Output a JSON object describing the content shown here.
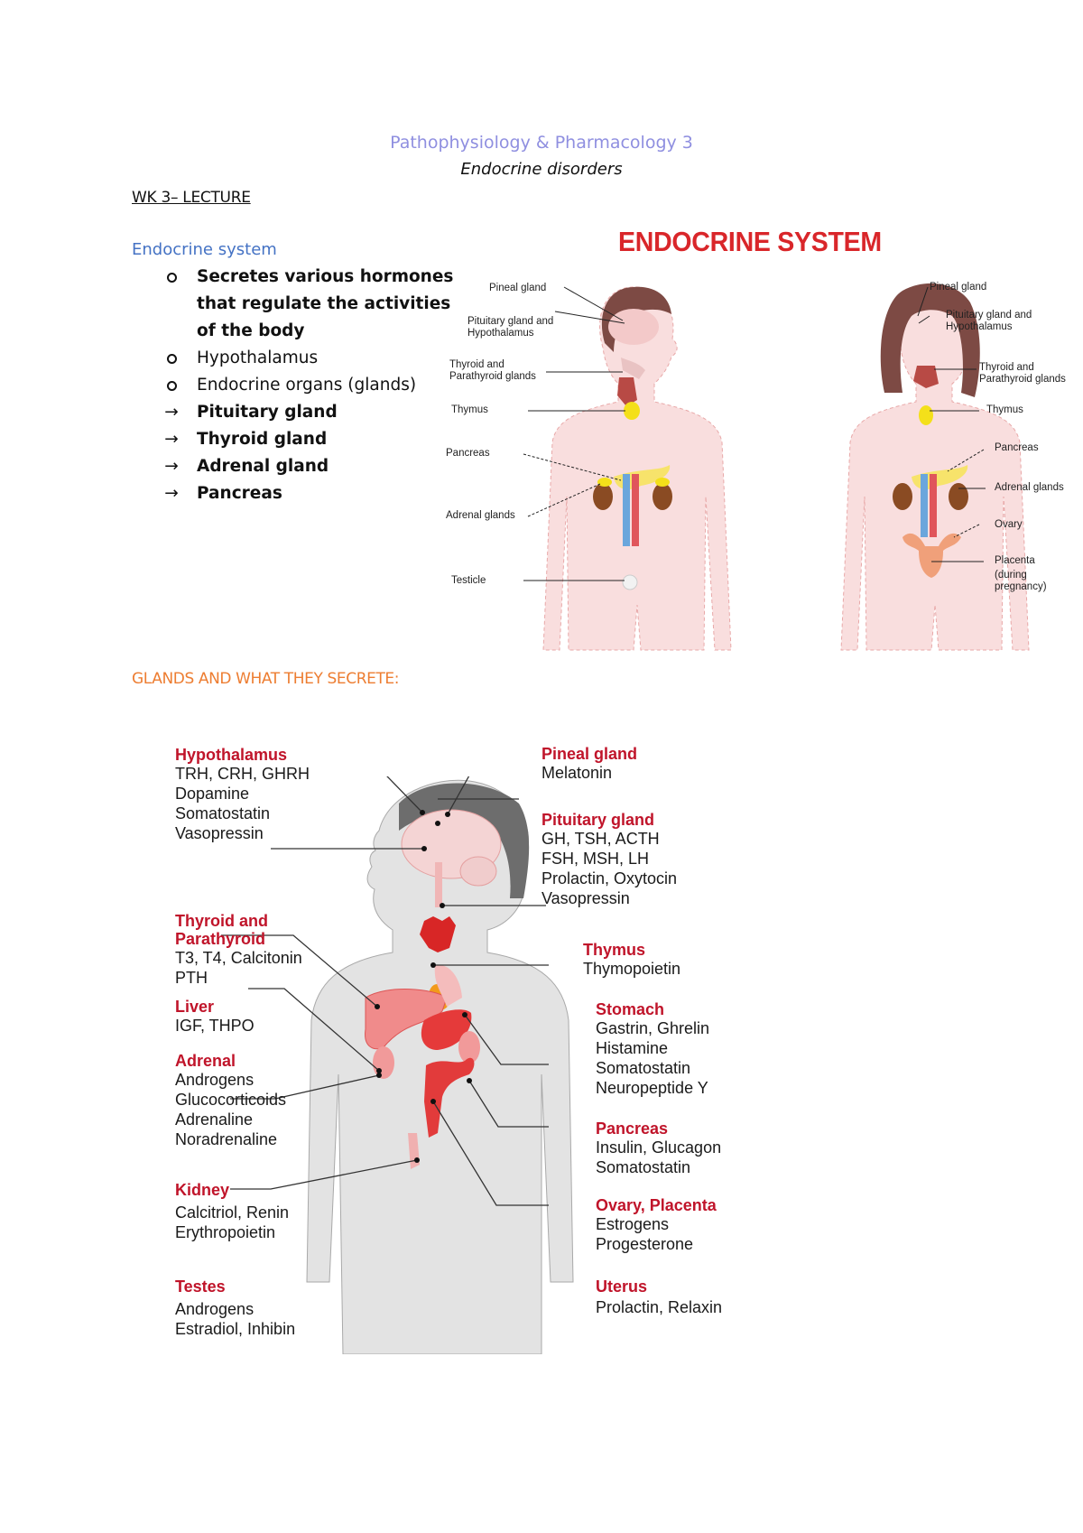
{
  "header": {
    "course_title": "Pathophysiology & Pharmacology 3",
    "subtitle": "Endocrine disorders",
    "week_label": "WK 3– LECTURE"
  },
  "endocrine_section": {
    "heading": "Endocrine system",
    "bullets": [
      {
        "marker": "circle",
        "bold": true,
        "text": "Secretes various hormones that regulate the activities of the body"
      },
      {
        "marker": "circle",
        "bold": false,
        "text": "Hypothalamus"
      },
      {
        "marker": "circle",
        "bold": false,
        "text": "Endocrine organs (glands)"
      },
      {
        "marker": "arrow",
        "bold": true,
        "text": "Pituitary gland"
      },
      {
        "marker": "arrow",
        "bold": true,
        "text": "Thyroid gland"
      },
      {
        "marker": "arrow",
        "bold": true,
        "text": "Adrenal gland"
      },
      {
        "marker": "arrow",
        "bold": true,
        "text": "Pancreas"
      }
    ],
    "arrow_glyph": "→"
  },
  "figure1": {
    "title": "ENDOCRINE SYSTEM",
    "male_labels": {
      "pineal": "Pineal gland",
      "pituitary": "Pituitary gland and Hypothalamus",
      "thyroid": "Thyroid and Parathyroid glands",
      "thymus": "Thymus",
      "pancreas": "Pancreas",
      "adrenal": "Adrenal glands",
      "testicle": "Testicle"
    },
    "female_labels": {
      "pineal": "Pineal gland",
      "pituitary": "Pituitary gland and Hypothalamus",
      "thyroid": "Thyroid and Parathyroid glands",
      "thymus": "Thymus",
      "pancreas": "Pancreas",
      "adrenal": "Adrenal glands",
      "ovary": "Ovary",
      "placenta": "Placenta",
      "placenta_note": "(during pregnancy)"
    }
  },
  "glands_heading": "GLANDS AND WHAT THEY SECRETE:",
  "figure2": {
    "left": [
      {
        "name": "Hypothalamus",
        "hormones": [
          "TRH, CRH, GHRH",
          "Dopamine",
          "Somatostatin",
          "Vasopressin"
        ]
      },
      {
        "name": "Thyroid and Parathyroid",
        "hormones": [
          "T3, T4, Calcitonin",
          "PTH"
        ]
      },
      {
        "name": "Liver",
        "hormones": [
          "IGF, THPO"
        ]
      },
      {
        "name": "Adrenal",
        "hormones": [
          "Androgens",
          "Glucocorticoids",
          "Adrenaline",
          "Noradrenaline"
        ]
      },
      {
        "name": "Kidney",
        "hormones": [
          "Calcitriol, Renin",
          "Erythropoietin"
        ]
      },
      {
        "name": "Testes",
        "hormones": [
          "Androgens",
          "Estradiol, Inhibin"
        ]
      }
    ],
    "right": [
      {
        "name": "Pineal gland",
        "hormones": [
          "Melatonin"
        ]
      },
      {
        "name": "Pituitary gland",
        "hormones": [
          "GH, TSH, ACTH",
          "FSH, MSH, LH",
          "Prolactin, Oxytocin",
          "Vasopressin"
        ]
      },
      {
        "name": "Thymus",
        "hormones": [
          "Thymopoietin"
        ]
      },
      {
        "name": "Stomach",
        "hormones": [
          "Gastrin, Ghrelin",
          "Histamine",
          "Somatostatin",
          "Neuropeptide Y"
        ]
      },
      {
        "name": "Pancreas",
        "hormones": [
          "Insulin, Glucagon",
          "Somatostatin"
        ]
      },
      {
        "name": "Ovary, Placenta",
        "hormones": [
          "Estrogens",
          "Progesterone"
        ]
      },
      {
        "name": "Uterus",
        "hormones": [
          "Prolactin, Relaxin"
        ]
      }
    ]
  },
  "colors": {
    "title_purple": "#8f8fe0",
    "heading_blue": "#4472c4",
    "heading_orange": "#ed7d31",
    "figure_red": "#d9262a",
    "gland_red": "#c0142a"
  }
}
